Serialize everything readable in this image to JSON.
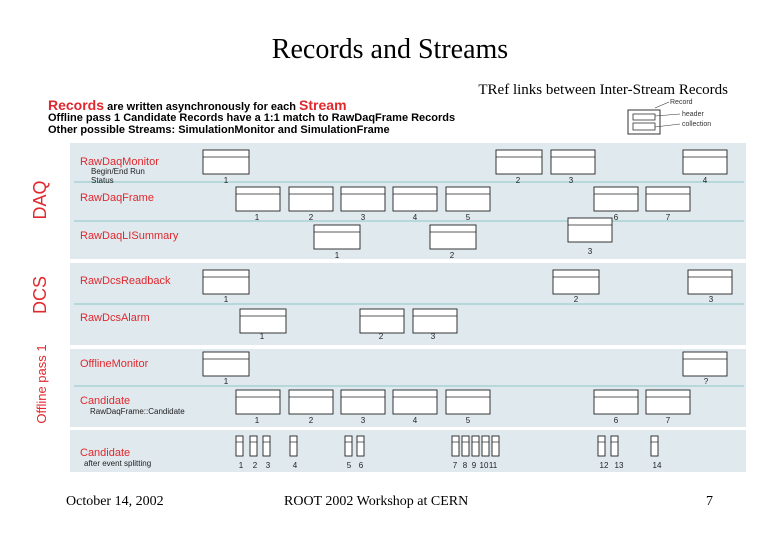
{
  "slide": {
    "title": "Records and Streams",
    "subtitle": "TRef links between Inter-Stream Records",
    "intro_line1_red1": "Records",
    "intro_line1_mid": " are written asynchronously for each ",
    "intro_line1_red2": "Stream",
    "intro_line2": "Offline pass 1 Candidate Records have a 1:1 match to RawDaqFrame Records",
    "intro_line3": "Other possible Streams:  SimulationMonitor and SimulationFrame",
    "footer_date": "October 14, 2002",
    "footer_event": "ROOT 2002 Workshop at CERN",
    "footer_page": "7"
  },
  "legend": {
    "record": "Record",
    "header": "header",
    "collection": "collection"
  },
  "groups": [
    "DAQ",
    "DCS",
    "Offline pass 1"
  ],
  "streams": {
    "raw_daq_monitor": {
      "name": "RawDaqMonitor",
      "sub1": "Begin/End Run",
      "sub2": "Status",
      "labels": [
        "1",
        "2",
        "3",
        "4"
      ]
    },
    "raw_daq_frame": {
      "name": "RawDaqFrame",
      "labels": [
        "1",
        "2",
        "3",
        "4",
        "5",
        "6",
        "7"
      ]
    },
    "raw_daq_li_summary": {
      "name": "RawDaqLISummary",
      "labels": [
        "1",
        "2",
        "3"
      ]
    },
    "raw_dcs_readback": {
      "name": "RawDcsReadback",
      "labels": [
        "1",
        "2",
        "3"
      ]
    },
    "raw_dcs_alarm": {
      "name": "RawDcsAlarm",
      "labels": [
        "1",
        "2",
        "3"
      ]
    },
    "offline_monitor": {
      "name": "OfflineMonitor",
      "labels": [
        "1",
        "?"
      ]
    },
    "candidate": {
      "name": "Candidate",
      "sub1": "RawDaqFrame::Candidate",
      "labels": [
        "1",
        "2",
        "3",
        "4",
        "5",
        "6",
        "7"
      ]
    },
    "candidate_split": {
      "name": "Candidate",
      "sub1": "after event splitting",
      "labels": [
        "1",
        "2",
        "3",
        "4",
        "5",
        "6",
        "7",
        "8",
        "9",
        "10",
        "11",
        "12",
        "13",
        "14"
      ]
    }
  },
  "colors": {
    "red": "#e0282e",
    "band": "#dfe9ee",
    "line": "#8cc7c7"
  }
}
